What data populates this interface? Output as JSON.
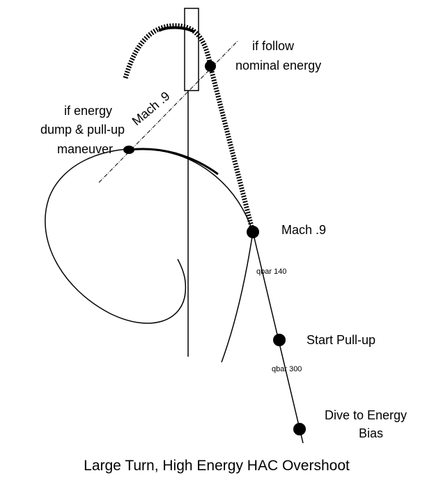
{
  "labels": {
    "follow_nominal": [
      "if follow",
      "nominal energy"
    ],
    "energy_dump": [
      "if energy",
      "dump & pull-up",
      "maneuver"
    ],
    "mach_diag": "Mach .9",
    "mach_point": "Mach .9",
    "qbar_140": "qbar 140",
    "start_pullup": "Start Pull-up",
    "qbar_300": "qbar 300",
    "dive": [
      "Dive to Energy",
      "Bias"
    ]
  },
  "caption": "Large Turn, High Energy HAC Overshoot",
  "colors": {
    "ink": "#000000",
    "background": "#ffffff"
  }
}
